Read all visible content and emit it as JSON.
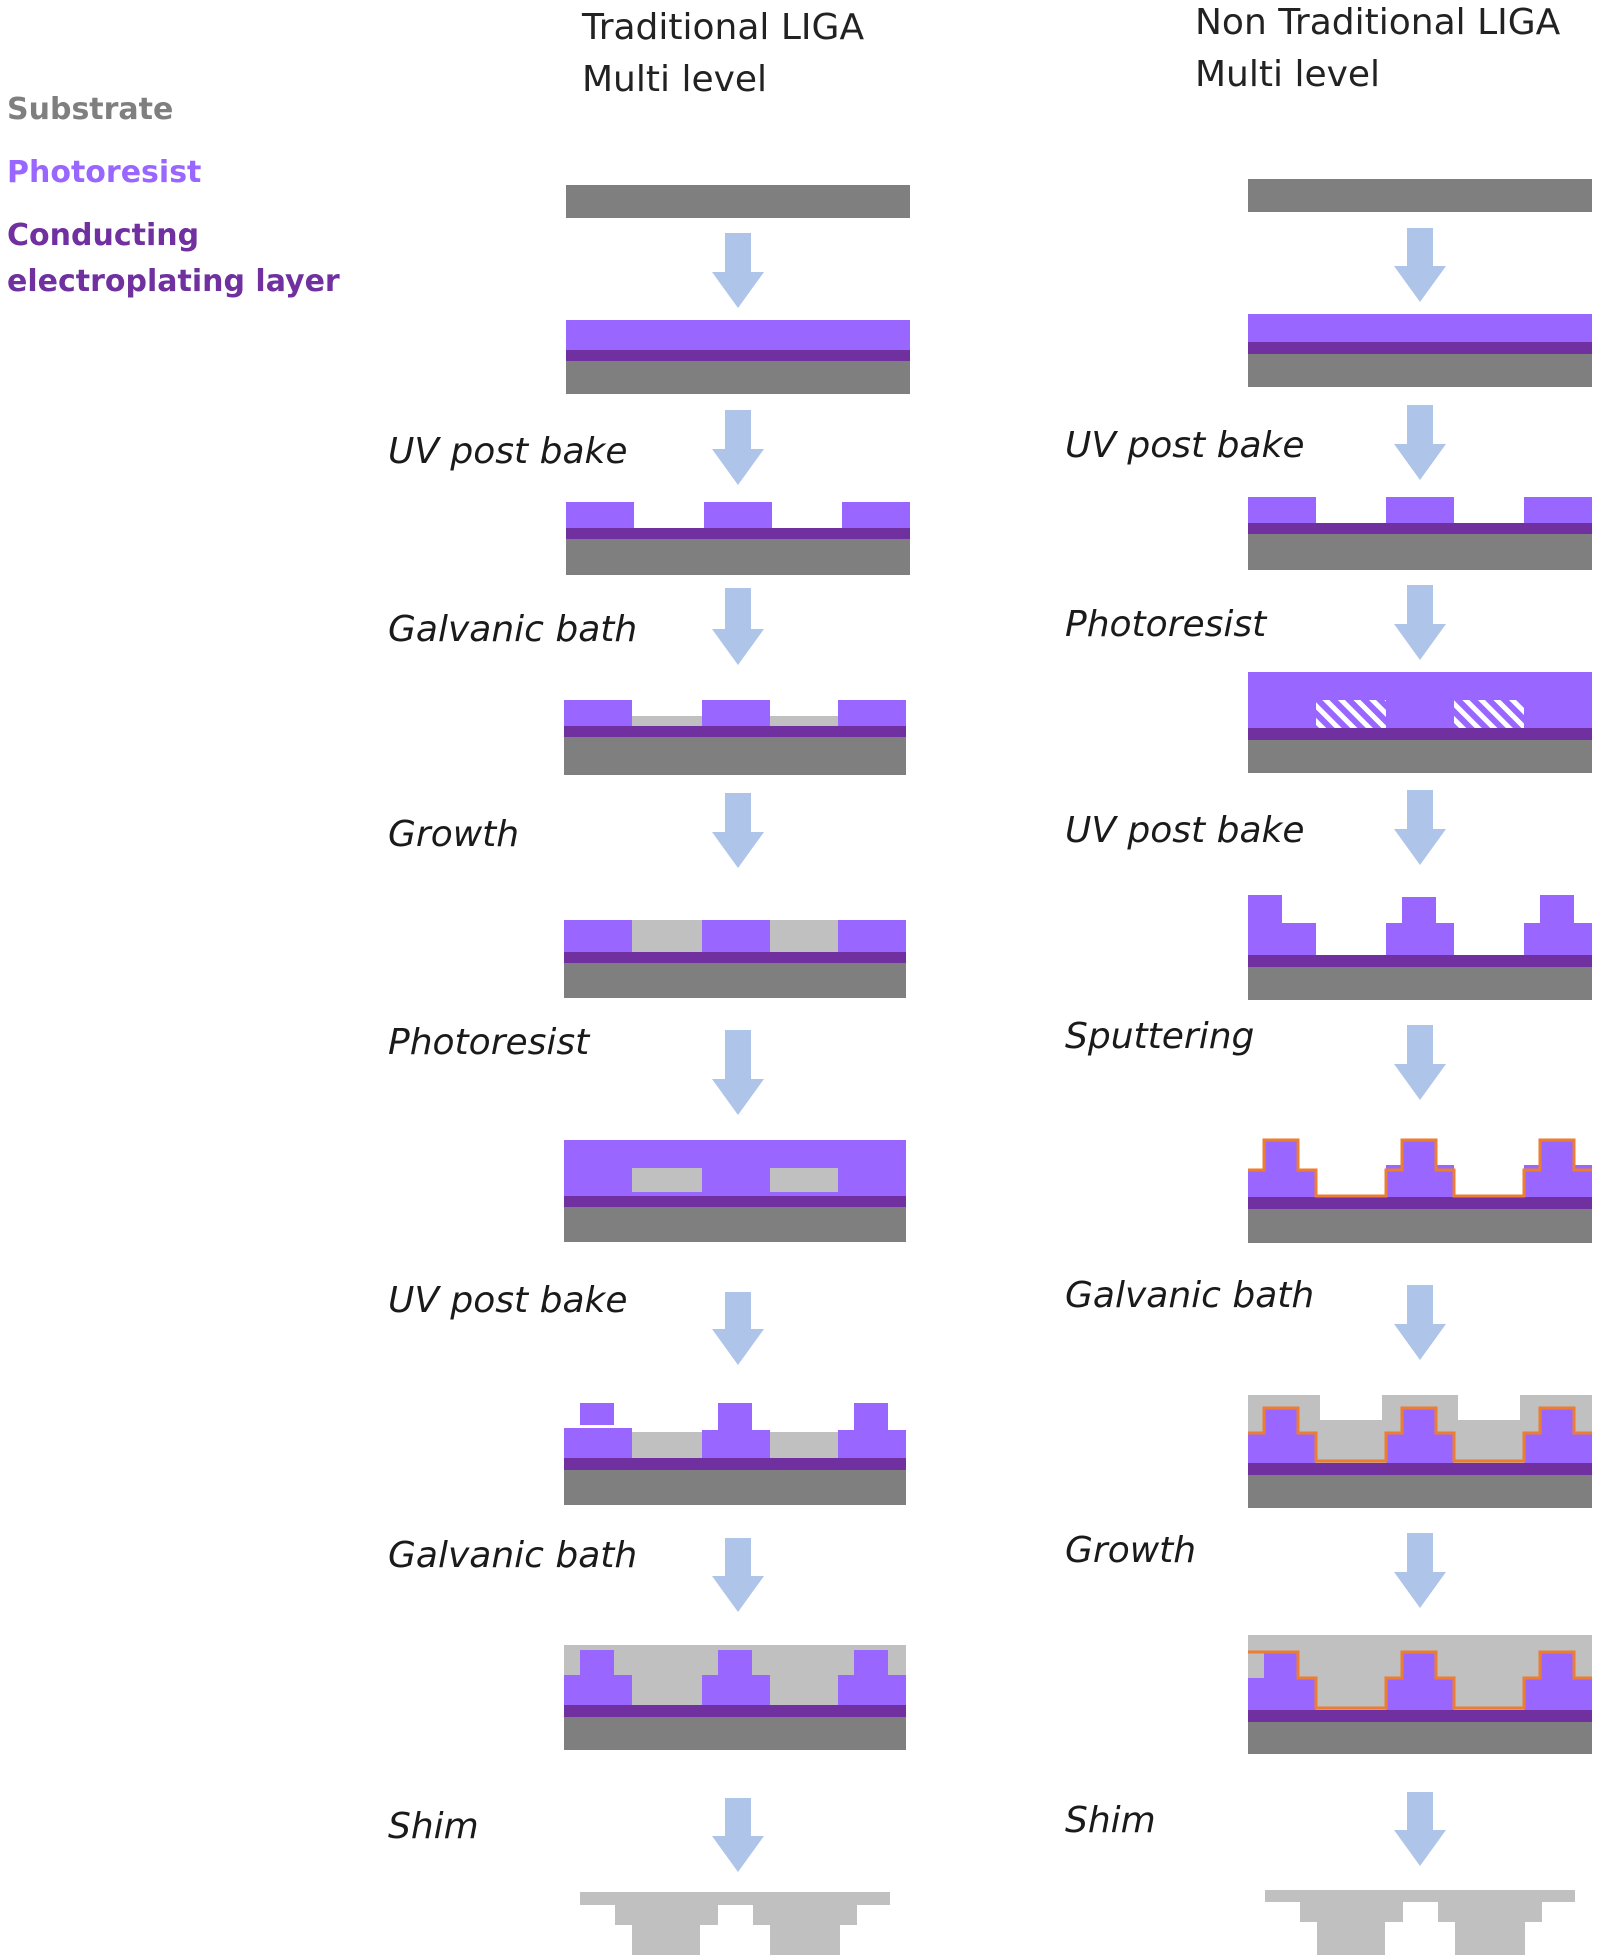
{
  "colors": {
    "substrate": "#7f7f7f",
    "photoresist": "#9966ff",
    "conducting": "#7030a0",
    "metal": "#c0c0c0",
    "sputter": "#ed7d31",
    "arrow": "#aec4e9",
    "exposed_hatch": "#ffffff"
  },
  "legend": {
    "substrate": "Substrate",
    "photoresist": "Photoresist",
    "conducting_line1": "Conducting",
    "conducting_line2": "electroplating layer"
  },
  "columns": [
    {
      "title_line1": "Traditional LIGA",
      "title_line2": "Multi level",
      "steps": [
        "UV post bake",
        "Galvanic bath",
        "Growth",
        "Photoresist",
        "UV post bake",
        "Galvanic bath",
        "Shim"
      ]
    },
    {
      "title_line1": "Non Traditional LIGA",
      "title_line2": "Multi level",
      "steps": [
        "UV post bake",
        "Photoresist",
        "UV post bake",
        "Sputtering",
        "Galvanic bath",
        "Growth",
        "Shim"
      ]
    }
  ]
}
